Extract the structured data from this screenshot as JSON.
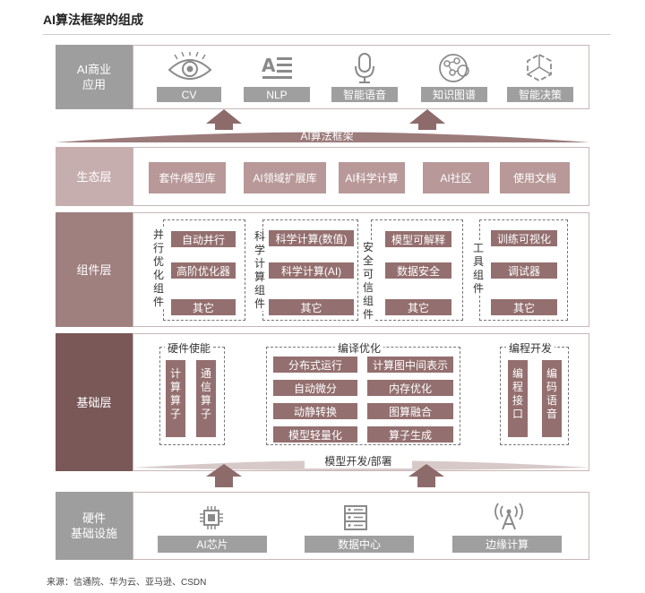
{
  "title": "AI算法框架的组成",
  "source": "来源：信通院、华为云、亚马逊、CSDN",
  "application": {
    "label": "AI商业\n应用",
    "items": [
      "CV",
      "NLP",
      "智能语音",
      "知识图谱",
      "智能决策"
    ],
    "banner": "AI算法框架"
  },
  "ecosystem": {
    "label": "生态层",
    "items": [
      "套件/模型库",
      "AI领域扩展库",
      "AI科学计算",
      "AI社区",
      "使用文档"
    ]
  },
  "components": {
    "label": "组件层",
    "groups": [
      {
        "title": "并行优化组件",
        "items": [
          "自动并行",
          "高阶优化器",
          "其它"
        ]
      },
      {
        "title": "科学计算组件",
        "items": [
          "科学计算(数值)",
          "科学计算(AI)",
          "其它"
        ]
      },
      {
        "title": "安全可信组件",
        "items": [
          "模型可解释",
          "数据安全",
          "其它"
        ]
      },
      {
        "title": "工具组件",
        "items": [
          "训练可视化",
          "调试器",
          "其它"
        ]
      }
    ]
  },
  "foundation": {
    "label": "基础层",
    "hardware_enable": {
      "title": "硬件使能",
      "items": [
        "计算算子",
        "通信算子"
      ]
    },
    "compile": {
      "title": "编译优化",
      "items": [
        "分布式运行",
        "计算图中间表示",
        "自动微分",
        "内存优化",
        "动静转换",
        "图算融合",
        "模型轻量化",
        "算子生成"
      ]
    },
    "programming": {
      "title": "编程开发",
      "items": [
        "编程接口",
        "编码语音"
      ]
    },
    "banner": "模型开发/部署"
  },
  "infrastructure": {
    "label": "硬件\n基础设施",
    "items": [
      "AI芯片",
      "数据中心",
      "边缘计算"
    ]
  },
  "colors": {
    "label_app": "#9e9e9e",
    "label_eco": "#c7aeae",
    "label_comp": "#a07f7f",
    "label_base": "#7a5858",
    "label_infra": "#9e9e9e",
    "chip_gray": "#9f9f9f",
    "chip_eco": "#b89898",
    "chip_dark": "#946f6f",
    "arrow": "#8e6b6b"
  }
}
